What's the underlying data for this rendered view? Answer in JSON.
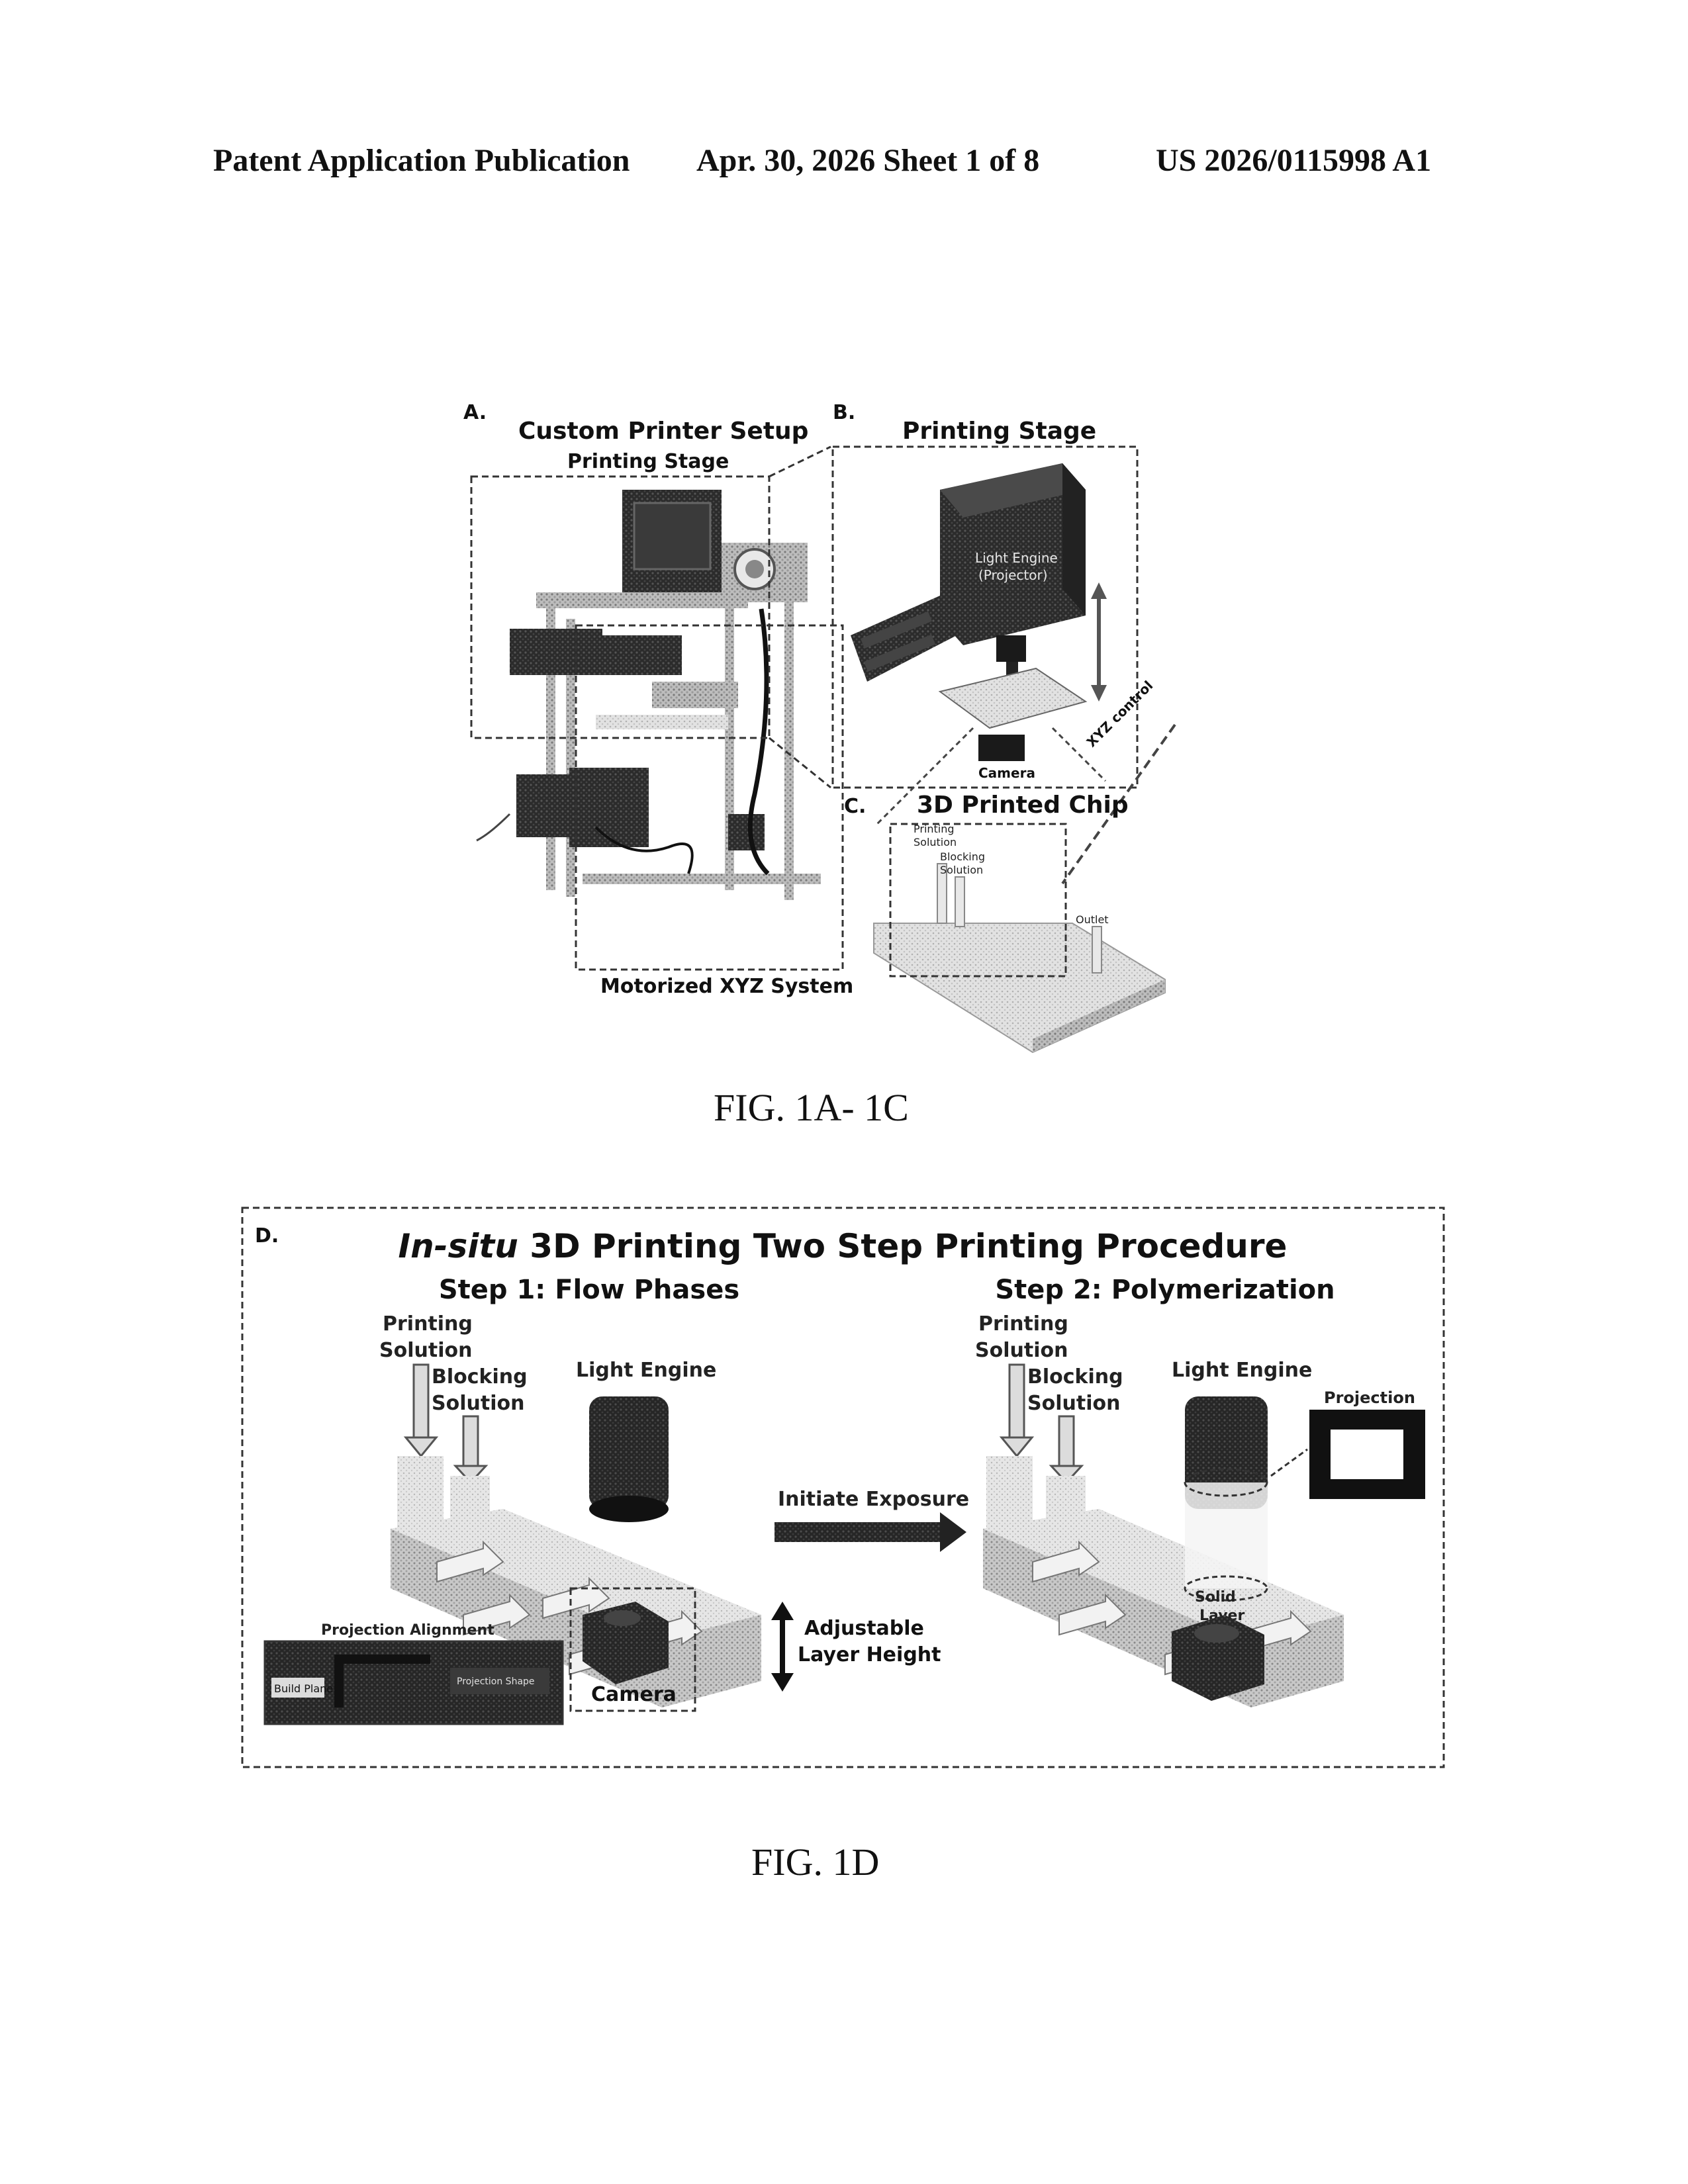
{
  "header": {
    "left": "Patent Application Publication",
    "center": "Apr. 30, 2026  Sheet 1 of 8",
    "right": "US 2026/0115998 A1"
  },
  "fig1": {
    "panel_a": {
      "letter": "A.",
      "title": "Custom Printer Setup",
      "box_top_label": "Printing Stage",
      "box_bottom_label": "Motorized XYZ System"
    },
    "panel_b": {
      "letter": "B.",
      "title": "Printing Stage",
      "projector_line1": "Light Engine",
      "projector_line2": "(Projector)",
      "camera": "Camera",
      "xyz": "XYZ control"
    },
    "panel_c": {
      "letter": "C.",
      "title": "3D Printed Chip",
      "printing_line1": "Printing",
      "printing_line2": "Solution",
      "blocking_line1": "Blocking",
      "blocking_line2": "Solution",
      "outlet": "Outlet"
    },
    "caption": "FIG. 1A- 1C"
  },
  "fig2": {
    "letter": "D.",
    "title_italic": "In-situ",
    "title_rest": " 3D Printing Two Step Printing Procedure",
    "step1": "Step 1: Flow Phases",
    "step2": "Step 2: Polymerization",
    "printing_line1": "Printing",
    "printing_line2": "Solution",
    "blocking_line1": "Blocking",
    "blocking_line2": "Solution",
    "light_engine": "Light Engine",
    "initiate": "Initiate Exposure",
    "adjustable_line1": "Adjustable",
    "adjustable_line2": "Layer Height",
    "projection_alignment": "Projection Alignment",
    "build_plane": "Build Plane",
    "projection_shape": "Projection Shape",
    "camera": "Camera",
    "projection": "Projection",
    "solid_line1": "Solid",
    "solid_line2": "Layer",
    "caption": "FIG. 1D"
  }
}
